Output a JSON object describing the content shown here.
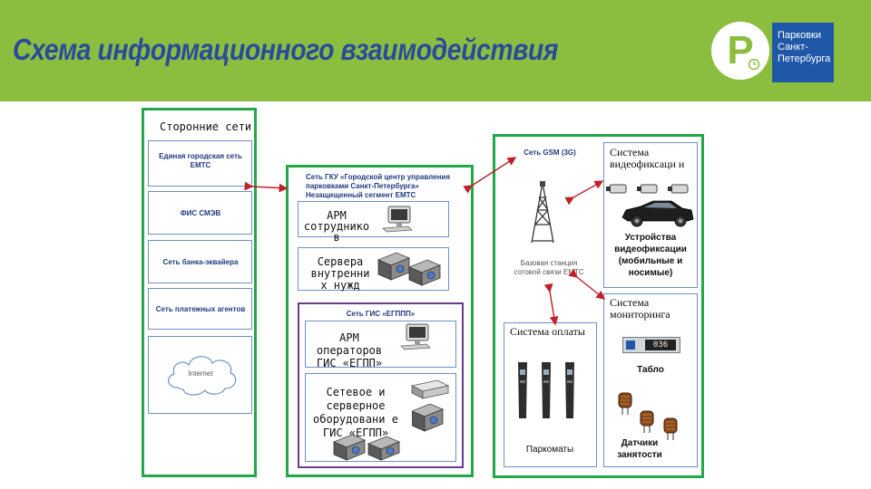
{
  "header": {
    "title": "Схема информационного взаимодействия",
    "logo_letter": "P",
    "logo_lines": [
      "Парковки",
      "Санкт-",
      "Петербурга"
    ],
    "colors": {
      "bar": "#8bbe3f",
      "title": "#2c4a9c",
      "logo_box": "#2058a8"
    }
  },
  "left": {
    "title": "Сторонние сети",
    "items": [
      "Единая городская сеть ЕМТС",
      "ФИС СМЭВ",
      "Сеть банка-эквайера",
      "Сеть платежных агентов"
    ],
    "cloud": "Internet"
  },
  "middle": {
    "emts_title": "Сеть ГКУ «Городской центр управления парковками Санкт-Петербурга» Незащищенный сегмент ЕМТС",
    "arm_staff": "АРМ сотруднико в",
    "servers": "Сервера внутренни х нужд",
    "gis_title": "Сеть ГИС «ЕГППП»",
    "arm_operators": "АРМ операторов ГИС «ЕГПП»",
    "net_equipment": "Сетевое и серверное оборудовани е ГИС «ЕГПП»"
  },
  "right": {
    "gsm": "Сеть GSM (3G)",
    "base_station": "Базовая станция сотовой связи ЕМТС",
    "video_title": "Система видеофиксаци и",
    "video_devices": "Устройства видеофиксации (мобильные и носимые)",
    "payment_title": "Система оплаты",
    "parkomats": "Паркоматы",
    "monitoring_title": "Система мониторинга",
    "tablo": "Табло",
    "tablo_display": "036",
    "sensors": "Датчики занятости"
  }
}
